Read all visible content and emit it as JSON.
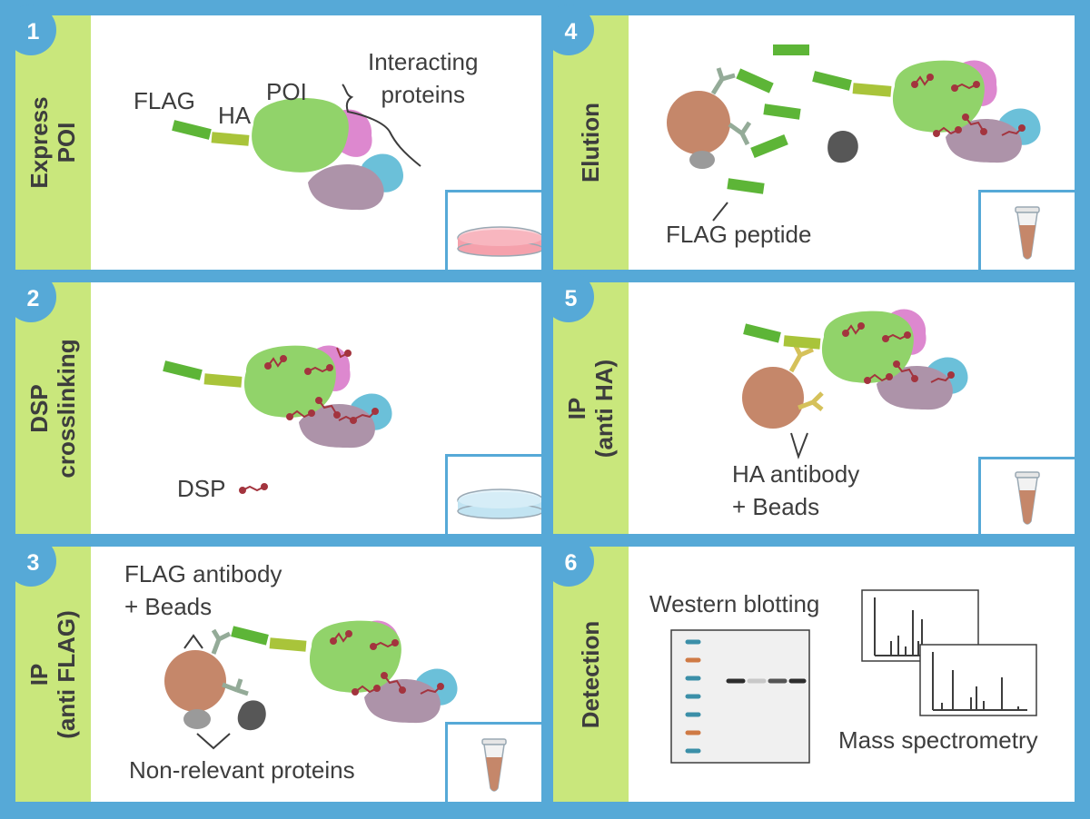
{
  "panels": [
    {
      "number": "1",
      "side": [
        "Express",
        "POI"
      ],
      "labels": {
        "flag": "FLAG",
        "ha": "HA",
        "poi": "POI",
        "interacting": [
          "Interacting",
          "proteins"
        ]
      }
    },
    {
      "number": "2",
      "side": [
        "DSP",
        "crosslinking"
      ],
      "labels": {
        "dsp": "DSP"
      }
    },
    {
      "number": "3",
      "side": [
        "IP",
        "(anti FLAG)"
      ],
      "labels": {
        "antibody": [
          "FLAG antibody",
          "+ Beads"
        ],
        "nonrelevant": "Non-relevant proteins"
      }
    },
    {
      "number": "4",
      "side": [
        "Elution"
      ],
      "labels": {
        "peptide": "FLAG peptide"
      }
    },
    {
      "number": "5",
      "side": [
        "IP",
        "(anti HA)"
      ],
      "labels": {
        "antibody": [
          "HA antibody",
          "+ Beads"
        ]
      }
    },
    {
      "number": "6",
      "side": [
        "Detection"
      ],
      "labels": {
        "western": "Western blotting",
        "mass": "Mass spectrometry"
      }
    }
  ],
  "colors": {
    "background": "#56a9d7",
    "side_bar": "#c9e77c",
    "flag_tag": "#5db537",
    "ha_tag": "#a9c43a",
    "poi": "#91d36a",
    "pink_protein": "#dd88cf",
    "purple_protein": "#ad93a9",
    "blue_protein": "#6bc0d9",
    "bead": "#c5876a",
    "crosslinker": "#a3343e"
  }
}
